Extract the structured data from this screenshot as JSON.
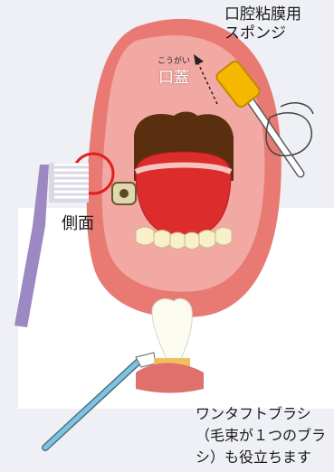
{
  "labels": {
    "sponge": "口腔粘膜用\nスポンジ",
    "palate_ruby": "こうがい",
    "palate": "口蓋",
    "side": "側面",
    "one_tuft": "ワンタフトブラシ（毛束が１つのブラシ）も役立ちます"
  },
  "colors": {
    "lip": "#e87a73",
    "mouth_inner": "#f2a9a3",
    "throat": "#5a2f10",
    "tongue": "#dd2c2c",
    "highlight_circle": "#e02020",
    "toothbrush_handle": "#9c88c2",
    "sponge_head": "#f5b800",
    "tuft_brush": "#7ec3e0"
  },
  "icons": [
    "toothbrush-icon",
    "sponge-swab-icon",
    "one-tuft-brush-icon",
    "tooth-icon",
    "denture-clasp-icon"
  ]
}
